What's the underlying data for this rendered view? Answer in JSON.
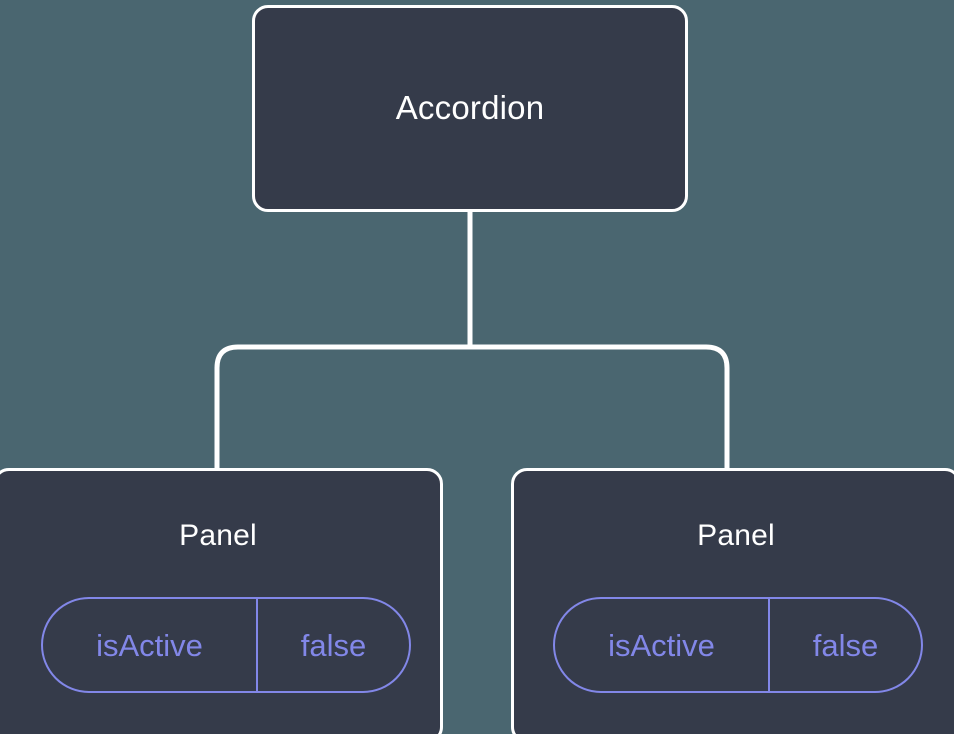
{
  "diagram": {
    "type": "component-tree",
    "background_color": "#4a6670",
    "node_fill_color": "#353b4a",
    "node_border_color": "#ffffff",
    "connector_color": "#ffffff",
    "accent_color": "#8287e8",
    "root": {
      "label": "Accordion"
    },
    "children": [
      {
        "label": "Panel",
        "state": {
          "key": "isActive",
          "value": "false"
        }
      },
      {
        "label": "Panel",
        "state": {
          "key": "isActive",
          "value": "false"
        }
      }
    ]
  }
}
